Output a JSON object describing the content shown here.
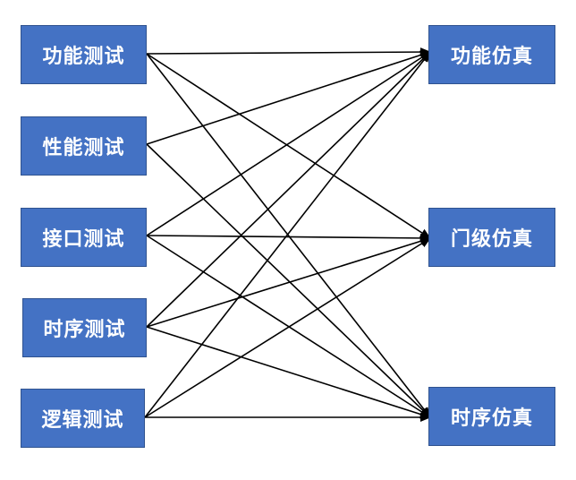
{
  "diagram": {
    "test_nodes": [
      {
        "label": "功能测试"
      },
      {
        "label": "性能测试"
      },
      {
        "label": "接口测试"
      },
      {
        "label": "时序测试"
      },
      {
        "label": "逻辑测试"
      }
    ],
    "sim_nodes": [
      {
        "label": "功能仿真"
      },
      {
        "label": "门级仿真"
      },
      {
        "label": "时序仿真"
      }
    ],
    "edges": [
      {
        "from": 0,
        "to": 0
      },
      {
        "from": 0,
        "to": 1
      },
      {
        "from": 0,
        "to": 2
      },
      {
        "from": 1,
        "to": 0
      },
      {
        "from": 1,
        "to": 2
      },
      {
        "from": 2,
        "to": 0
      },
      {
        "from": 2,
        "to": 1
      },
      {
        "from": 2,
        "to": 2
      },
      {
        "from": 3,
        "to": 0
      },
      {
        "from": 3,
        "to": 1
      },
      {
        "from": 3,
        "to": 2
      },
      {
        "from": 4,
        "to": 0
      },
      {
        "from": 4,
        "to": 1
      },
      {
        "from": 4,
        "to": 2
      }
    ],
    "colors": {
      "node_fill": "#4472c4",
      "node_border": "#2f528f",
      "node_text": "#ffffff",
      "edge": "#000000"
    }
  }
}
